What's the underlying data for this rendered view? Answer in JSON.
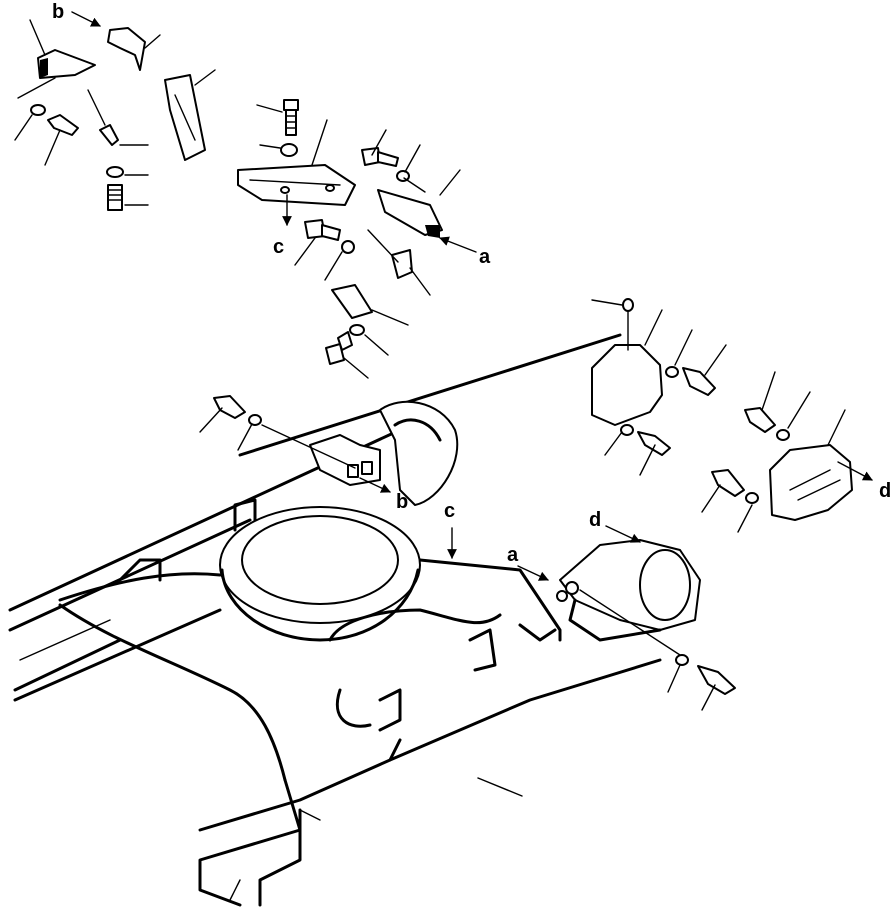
{
  "callouts": {
    "a": "a",
    "b": "b",
    "c": "c",
    "d": "d"
  },
  "colors": {
    "ink": "#000000",
    "paper": "#ffffff"
  }
}
